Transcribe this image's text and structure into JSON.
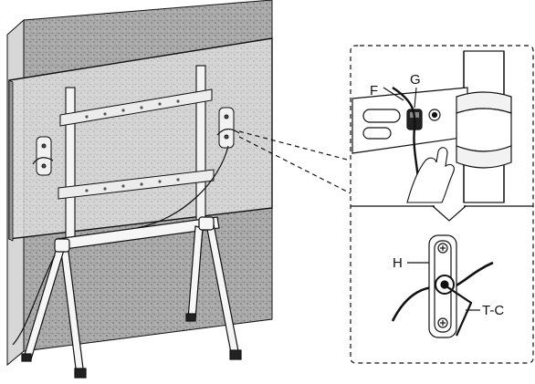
{
  "labels": {
    "f": "F",
    "g": "G",
    "h": "H",
    "tc": "T-C"
  },
  "colors": {
    "wall": "#a8a8a8",
    "wall_texture": "#7a7a7a",
    "outline": "#111111",
    "tv_screen": "#d6d6d6",
    "background": "#ffffff"
  }
}
